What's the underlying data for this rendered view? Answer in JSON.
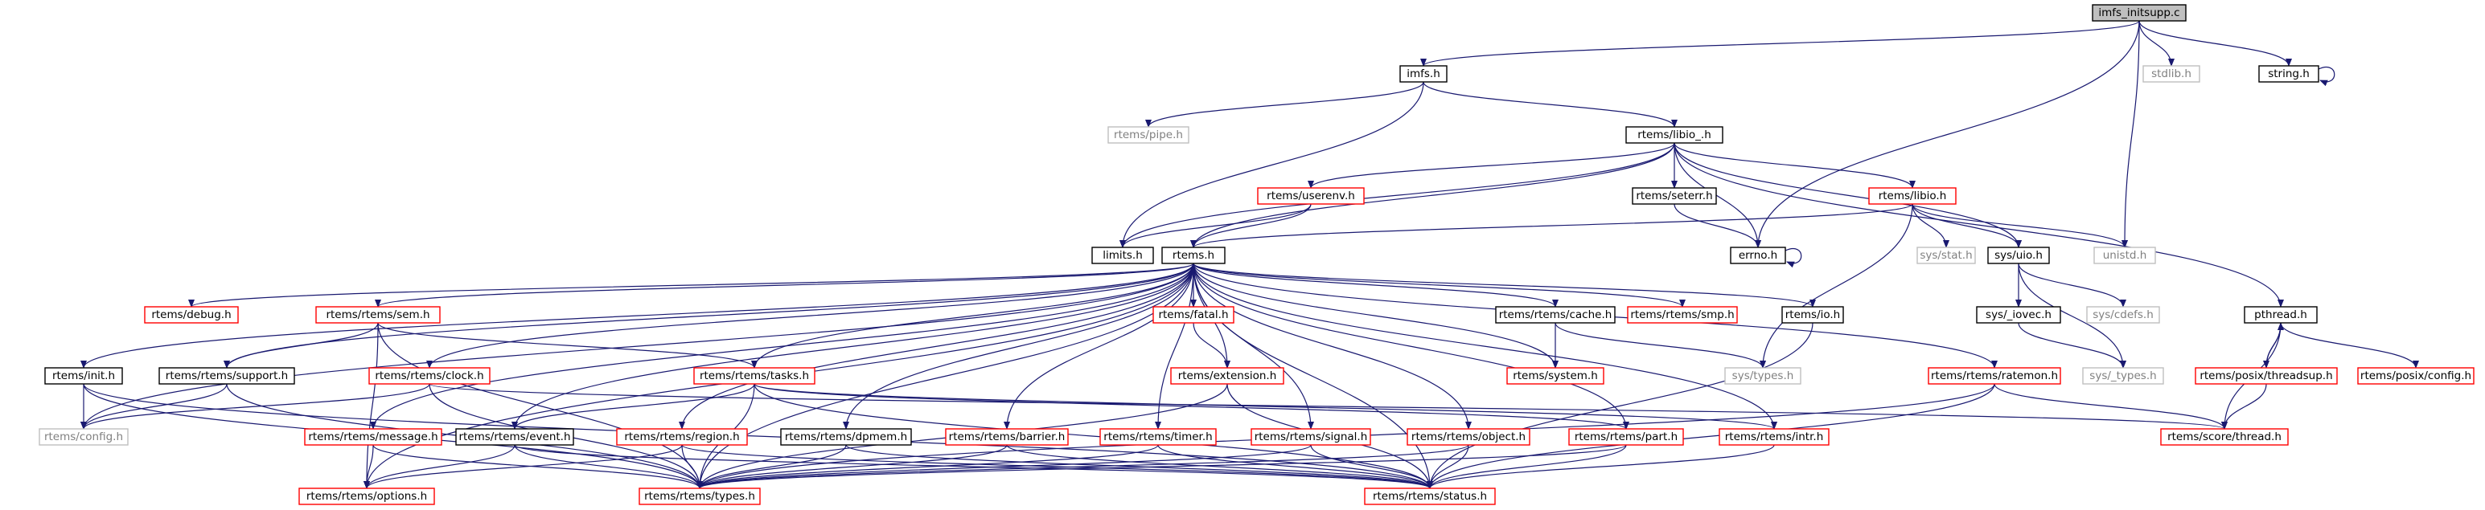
{
  "nodes": [
    {
      "id": "root",
      "label": "imfs_initsupp.c",
      "style": "root"
    },
    {
      "id": "imfs",
      "label": "imfs.h",
      "style": "black"
    },
    {
      "id": "stdlib",
      "label": "stdlib.h",
      "style": "grey"
    },
    {
      "id": "string",
      "label": "string.h",
      "style": "black"
    },
    {
      "id": "pipe",
      "label": "rtems/pipe.h",
      "style": "grey"
    },
    {
      "id": "libio_",
      "label": "rtems/libio_.h",
      "style": "black"
    },
    {
      "id": "userenv",
      "label": "rtems/userenv.h",
      "style": "red"
    },
    {
      "id": "seterr",
      "label": "rtems/seterr.h",
      "style": "black"
    },
    {
      "id": "libio",
      "label": "rtems/libio.h",
      "style": "red"
    },
    {
      "id": "unistd",
      "label": "unistd.h",
      "style": "grey"
    },
    {
      "id": "limits",
      "label": "limits.h",
      "style": "black"
    },
    {
      "id": "rtems",
      "label": "rtems.h",
      "style": "black"
    },
    {
      "id": "errno",
      "label": "errno.h",
      "style": "black"
    },
    {
      "id": "sysstat",
      "label": "sys/stat.h",
      "style": "grey"
    },
    {
      "id": "sysuio",
      "label": "sys/uio.h",
      "style": "black"
    },
    {
      "id": "debug",
      "label": "rtems/debug.h",
      "style": "red"
    },
    {
      "id": "sem",
      "label": "rtems/rtems/sem.h",
      "style": "red"
    },
    {
      "id": "fatal",
      "label": "rtems/fatal.h",
      "style": "red"
    },
    {
      "id": "cache",
      "label": "rtems/rtems/cache.h",
      "style": "black"
    },
    {
      "id": "smp",
      "label": "rtems/rtems/smp.h",
      "style": "red"
    },
    {
      "id": "io",
      "label": "rtems/io.h",
      "style": "black"
    },
    {
      "id": "sysiovec",
      "label": "sys/_iovec.h",
      "style": "black"
    },
    {
      "id": "syscdefs",
      "label": "sys/cdefs.h",
      "style": "grey"
    },
    {
      "id": "pthread",
      "label": "pthread.h",
      "style": "black"
    },
    {
      "id": "init",
      "label": "rtems/init.h",
      "style": "black"
    },
    {
      "id": "support",
      "label": "rtems/rtems/support.h",
      "style": "black"
    },
    {
      "id": "clock",
      "label": "rtems/rtems/clock.h",
      "style": "red"
    },
    {
      "id": "tasks",
      "label": "rtems/rtems/tasks.h",
      "style": "red"
    },
    {
      "id": "extension",
      "label": "rtems/extension.h",
      "style": "red"
    },
    {
      "id": "system",
      "label": "rtems/system.h",
      "style": "red"
    },
    {
      "id": "systypes",
      "label": "sys/types.h",
      "style": "grey"
    },
    {
      "id": "ratemon",
      "label": "rtems/rtems/ratemon.h",
      "style": "red"
    },
    {
      "id": "systypes2",
      "label": "sys/_types.h",
      "style": "grey"
    },
    {
      "id": "threadsup",
      "label": "rtems/posix/threadsup.h",
      "style": "red"
    },
    {
      "id": "posixconfig",
      "label": "rtems/posix/config.h",
      "style": "red"
    },
    {
      "id": "config",
      "label": "rtems/config.h",
      "style": "grey"
    },
    {
      "id": "message",
      "label": "rtems/rtems/message.h",
      "style": "red"
    },
    {
      "id": "event",
      "label": "rtems/rtems/event.h",
      "style": "black"
    },
    {
      "id": "region",
      "label": "rtems/rtems/region.h",
      "style": "red"
    },
    {
      "id": "dpmem",
      "label": "rtems/rtems/dpmem.h",
      "style": "black"
    },
    {
      "id": "barrier",
      "label": "rtems/rtems/barrier.h",
      "style": "red"
    },
    {
      "id": "timer",
      "label": "rtems/rtems/timer.h",
      "style": "red"
    },
    {
      "id": "signal",
      "label": "rtems/rtems/signal.h",
      "style": "red"
    },
    {
      "id": "object",
      "label": "rtems/rtems/object.h",
      "style": "red"
    },
    {
      "id": "part",
      "label": "rtems/rtems/part.h",
      "style": "red"
    },
    {
      "id": "intr",
      "label": "rtems/rtems/intr.h",
      "style": "red"
    },
    {
      "id": "scorethread",
      "label": "rtems/score/thread.h",
      "style": "red"
    },
    {
      "id": "options",
      "label": "rtems/rtems/options.h",
      "style": "red"
    },
    {
      "id": "types",
      "label": "rtems/rtems/types.h",
      "style": "red"
    },
    {
      "id": "status",
      "label": "rtems/rtems/status.h",
      "style": "red"
    }
  ],
  "edges": [
    [
      "root",
      "imfs"
    ],
    [
      "root",
      "stdlib"
    ],
    [
      "root",
      "string"
    ],
    [
      "root",
      "errno"
    ],
    [
      "root",
      "unistd"
    ],
    [
      "string",
      "string"
    ],
    [
      "imfs",
      "pipe"
    ],
    [
      "imfs",
      "libio_"
    ],
    [
      "imfs",
      "limits"
    ],
    [
      "libio_",
      "userenv"
    ],
    [
      "libio_",
      "seterr"
    ],
    [
      "libio_",
      "libio"
    ],
    [
      "libio_",
      "limits"
    ],
    [
      "libio_",
      "rtems"
    ],
    [
      "libio_",
      "errno"
    ],
    [
      "libio_",
      "sysuio"
    ],
    [
      "libio_",
      "pthread"
    ],
    [
      "userenv",
      "limits"
    ],
    [
      "userenv",
      "rtems"
    ],
    [
      "seterr",
      "errno"
    ],
    [
      "errno",
      "errno"
    ],
    [
      "libio",
      "rtems"
    ],
    [
      "libio",
      "sysstat"
    ],
    [
      "libio",
      "sysuio"
    ],
    [
      "libio",
      "unistd"
    ],
    [
      "libio",
      "systypes"
    ],
    [
      "sysuio",
      "sysiovec"
    ],
    [
      "sysuio",
      "syscdefs"
    ],
    [
      "sysuio",
      "systypes2"
    ],
    [
      "sysiovec",
      "systypes2"
    ],
    [
      "pthread",
      "threadsup"
    ],
    [
      "pthread",
      "posixconfig"
    ],
    [
      "pthread",
      "scorethread"
    ],
    [
      "threadsup",
      "pthread"
    ],
    [
      "threadsup",
      "scorethread"
    ],
    [
      "rtems",
      "debug"
    ],
    [
      "rtems",
      "sem"
    ],
    [
      "rtems",
      "fatal"
    ],
    [
      "rtems",
      "cache"
    ],
    [
      "rtems",
      "smp"
    ],
    [
      "rtems",
      "io"
    ],
    [
      "rtems",
      "init"
    ],
    [
      "rtems",
      "support"
    ],
    [
      "rtems",
      "clock"
    ],
    [
      "rtems",
      "tasks"
    ],
    [
      "rtems",
      "extension"
    ],
    [
      "rtems",
      "system"
    ],
    [
      "rtems",
      "ratemon"
    ],
    [
      "rtems",
      "config"
    ],
    [
      "rtems",
      "message"
    ],
    [
      "rtems",
      "event"
    ],
    [
      "rtems",
      "region"
    ],
    [
      "rtems",
      "dpmem"
    ],
    [
      "rtems",
      "barrier"
    ],
    [
      "rtems",
      "timer"
    ],
    [
      "rtems",
      "signal"
    ],
    [
      "rtems",
      "object"
    ],
    [
      "rtems",
      "part"
    ],
    [
      "rtems",
      "intr"
    ],
    [
      "rtems",
      "options"
    ],
    [
      "rtems",
      "types"
    ],
    [
      "rtems",
      "status"
    ],
    [
      "sem",
      "support"
    ],
    [
      "sem",
      "tasks"
    ],
    [
      "sem",
      "types"
    ],
    [
      "sem",
      "options"
    ],
    [
      "fatal",
      "extension"
    ],
    [
      "cache",
      "system"
    ],
    [
      "cache",
      "systypes"
    ],
    [
      "io",
      "status"
    ],
    [
      "init",
      "config"
    ],
    [
      "init",
      "types"
    ],
    [
      "init",
      "status"
    ],
    [
      "support",
      "config"
    ],
    [
      "support",
      "types"
    ],
    [
      "clock",
      "config"
    ],
    [
      "clock",
      "types"
    ],
    [
      "clock",
      "scorethread"
    ],
    [
      "tasks",
      "event"
    ],
    [
      "tasks",
      "types"
    ],
    [
      "tasks",
      "status"
    ],
    [
      "tasks",
      "intr"
    ],
    [
      "tasks",
      "part"
    ],
    [
      "extension",
      "types"
    ],
    [
      "extension",
      "status"
    ],
    [
      "ratemon",
      "scorethread"
    ],
    [
      "ratemon",
      "status"
    ],
    [
      "ratemon",
      "types"
    ],
    [
      "message",
      "options"
    ],
    [
      "message",
      "types"
    ],
    [
      "event",
      "options"
    ],
    [
      "event",
      "types"
    ],
    [
      "event",
      "status"
    ],
    [
      "region",
      "options"
    ],
    [
      "region",
      "types"
    ],
    [
      "region",
      "status"
    ],
    [
      "dpmem",
      "types"
    ],
    [
      "dpmem",
      "status"
    ],
    [
      "barrier",
      "types"
    ],
    [
      "barrier",
      "status"
    ],
    [
      "timer",
      "types"
    ],
    [
      "timer",
      "status"
    ],
    [
      "signal",
      "types"
    ],
    [
      "signal",
      "status"
    ],
    [
      "object",
      "types"
    ],
    [
      "object",
      "status"
    ],
    [
      "part",
      "types"
    ],
    [
      "part",
      "status"
    ],
    [
      "intr",
      "status"
    ]
  ]
}
